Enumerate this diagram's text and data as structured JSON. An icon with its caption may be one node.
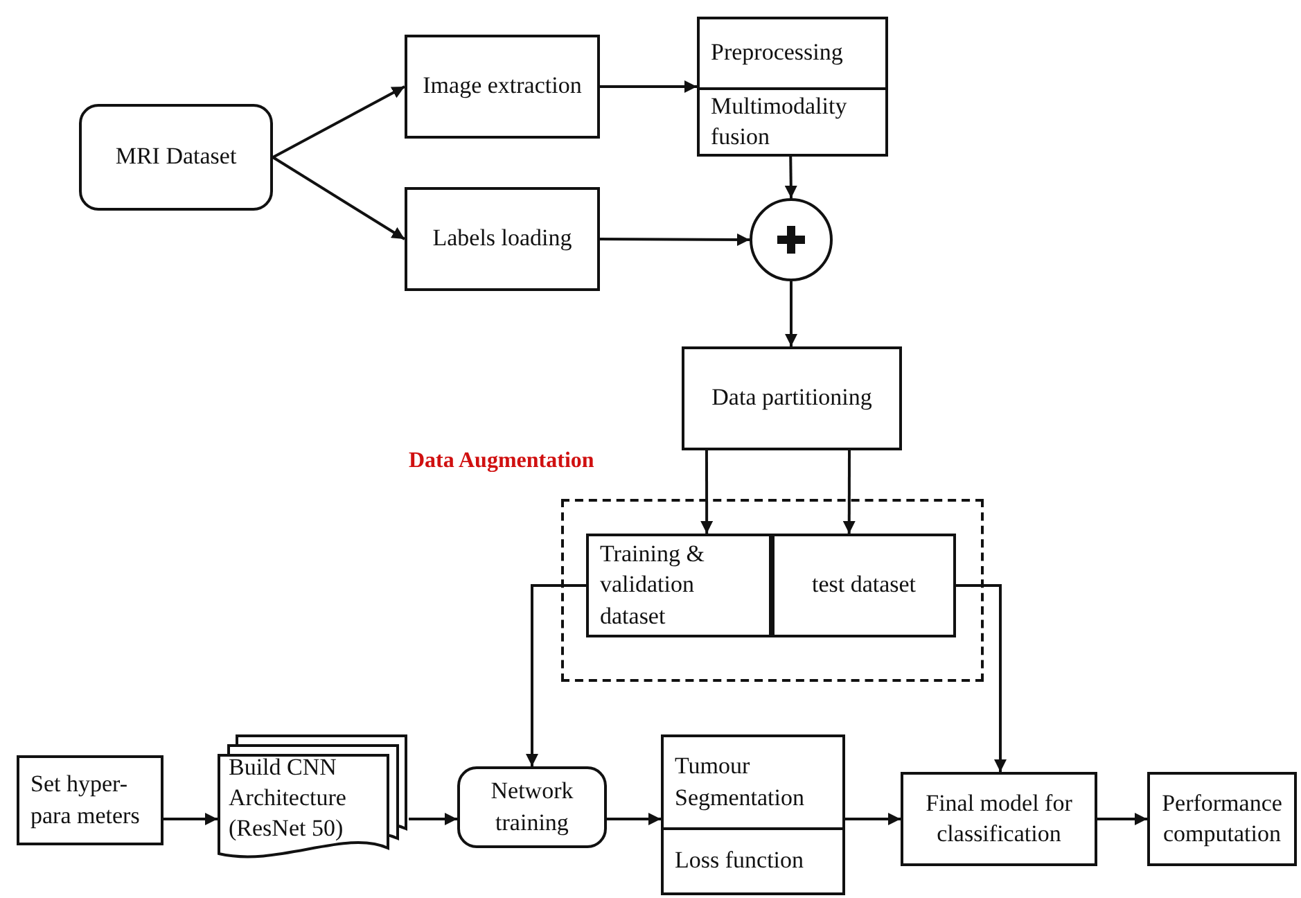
{
  "diagram": {
    "nodes": [
      {
        "text": [
          "MRI Dataset"
        ]
      },
      {
        "text": [
          "Image extraction"
        ]
      },
      {
        "text": [
          "Preprocessing",
          "Multimodality fusion"
        ]
      },
      {
        "text": [
          "Labels loading"
        ]
      },
      {
        "text": [],
        "shape": "circle"
      },
      {
        "text": [
          "Data partitioning"
        ]
      },
      {
        "text": [
          "Data Augmentation"
        ]
      },
      {
        "text": [
          "Training & validation dataset"
        ],
        "in": 6
      },
      {
        "text": [
          "test dataset"
        ],
        "in": 6
      },
      {
        "text": [
          "Set hyper-para meters"
        ]
      },
      {
        "text": [
          "Build CNN Architecture (ResNet 50)"
        ]
      },
      {
        "text": [
          "Network training"
        ]
      },
      {
        "text": [
          "Tumour Segmentation",
          "Loss function"
        ]
      },
      {
        "text": [
          "Final model for classification"
        ]
      },
      {
        "text": [
          "Performance computation"
        ]
      }
    ],
    "edges": [
      {
        "from": 0,
        "to": 1,
        "arrow": "to"
      },
      {
        "from": 0,
        "to": 3,
        "arrow": "to"
      },
      {
        "from": 1,
        "to": 2,
        "arrow": "to"
      },
      {
        "from": 2,
        "to": 4,
        "arrow": "to"
      },
      {
        "from": 3,
        "to": 4,
        "arrow": "to"
      },
      {
        "from": 4,
        "to": 5,
        "arrow": "to"
      },
      {
        "from": 5,
        "to": 7,
        "arrow": "to"
      },
      {
        "from": 5,
        "to": 8,
        "arrow": "to"
      },
      {
        "from": 7,
        "to": 11,
        "arrow": "to"
      },
      {
        "from": 8,
        "to": 13,
        "arrow": "to"
      },
      {
        "from": 9,
        "to": 10,
        "arrow": "to"
      },
      {
        "from": 10,
        "to": 11,
        "arrow": "to"
      },
      {
        "from": 11,
        "to": 12,
        "arrow": "to"
      },
      {
        "from": 12,
        "to": 13,
        "arrow": "to"
      },
      {
        "from": 13,
        "to": 14,
        "arrow": "to"
      }
    ]
  }
}
